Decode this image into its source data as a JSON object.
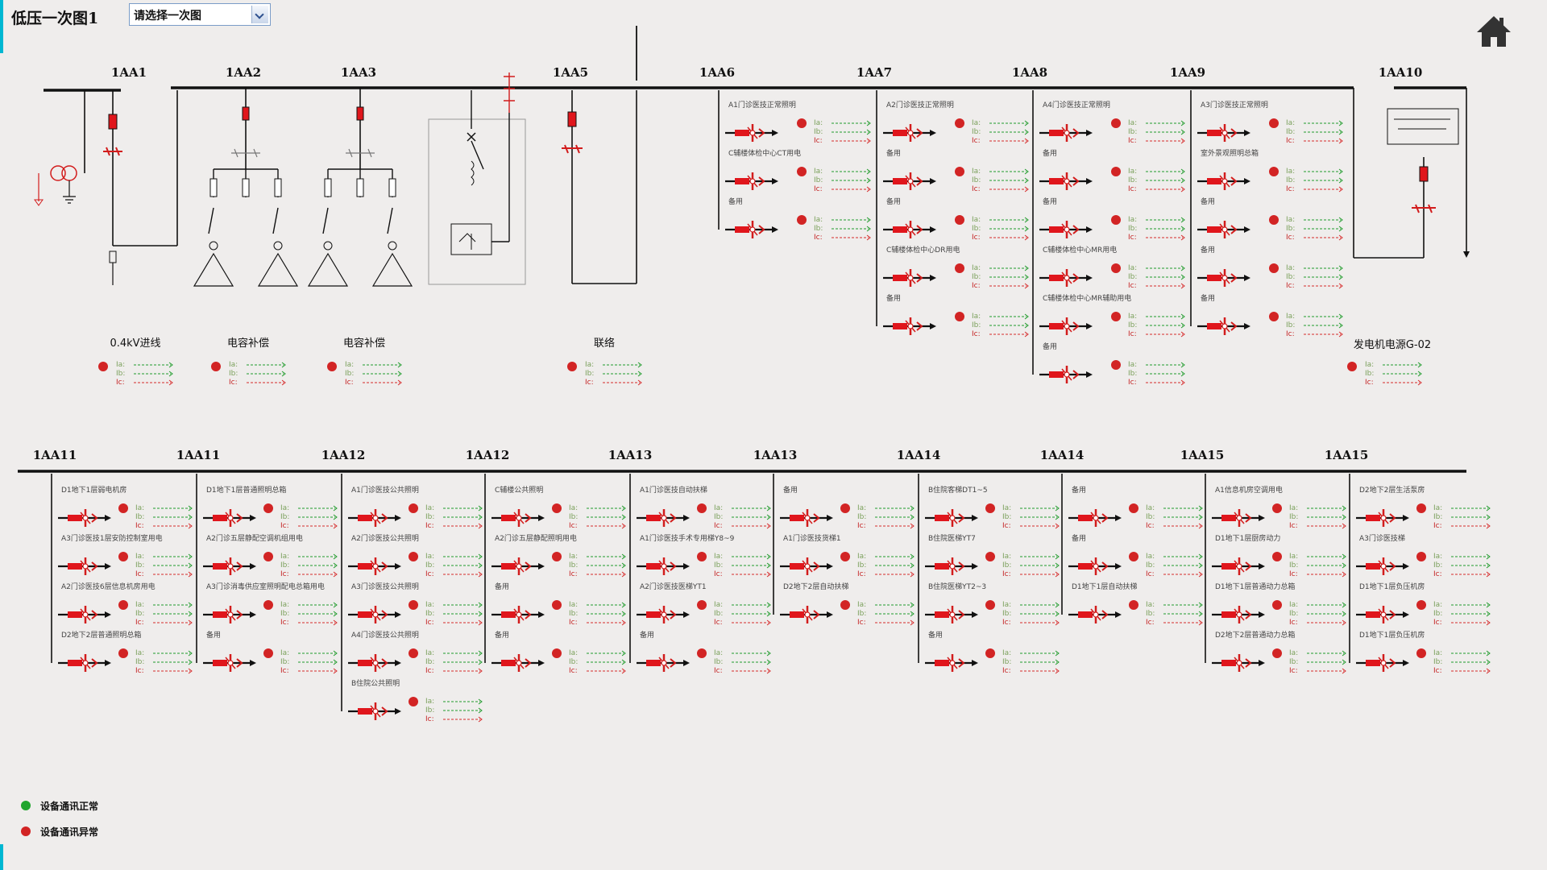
{
  "page": {
    "title": "低压一次图1",
    "selector": {
      "value": "请选择一次图"
    }
  },
  "colors": {
    "normal": "#1fa52d",
    "fault": "#d22424",
    "breaker": "#e0161c",
    "bus": "#111111"
  },
  "meter": {
    "labels": [
      "Ia:",
      "Ib:",
      "Ic:"
    ]
  },
  "top": {
    "cabinets": [
      "1AA1",
      "1AA2",
      "1AA3",
      "1AA5",
      "1AA6",
      "1AA7",
      "1AA8",
      "1AA9",
      "1AA10"
    ],
    "sections": [
      "0.4kV进线",
      "电容补偿",
      "电容补偿",
      "联络",
      "发电机电源G-02"
    ],
    "feeders": [
      [
        "A1门诊医技正常照明",
        "C辅楼体检中心CT用电",
        "备用"
      ],
      [
        "A2门诊医技正常照明",
        "备用",
        "备用",
        "C辅楼体检中心DR用电",
        "备用"
      ],
      [
        "A4门诊医技正常照明",
        "备用",
        "备用",
        "C辅楼体检中心MR用电",
        "C辅楼体检中心MR辅助用电",
        "备用"
      ],
      [
        "A3门诊医技正常照明",
        "室外景观照明总箱",
        "备用",
        "备用",
        "备用"
      ]
    ]
  },
  "bottom": {
    "cabinets": [
      "1AA11",
      "1AA11",
      "1AA12",
      "1AA12",
      "1AA13",
      "1AA13",
      "1AA14",
      "1AA14",
      "1AA15",
      "1AA15"
    ],
    "feeders": [
      [
        "D1地下1层弱电机房",
        "A3门诊医技1层安防控制室用电",
        "A2门诊医技6层信息机房用电",
        "D2地下2层普通照明总箱"
      ],
      [
        "D1地下1层普通照明总箱",
        "A2门诊五层静配空调机组用电",
        "A3门诊消毒供应室照明配电总箱用电",
        "备用"
      ],
      [
        "A1门诊医技公共照明",
        "A2门诊医技公共照明",
        "A3门诊医技公共照明",
        "A4门诊医技公共照明",
        "B住院公共照明"
      ],
      [
        "C辅楼公共照明",
        "A2门诊五层静配照明用电",
        "备用",
        "备用"
      ],
      [
        "A1门诊医技自动扶梯",
        "A1门诊医技手术专用梯Y8~9",
        "A2门诊医技医梯YT1",
        "备用"
      ],
      [
        "备用",
        "A1门诊医技货梯1",
        "D2地下2层自动扶梯"
      ],
      [
        "B住院客梯DT1~5",
        "B住院医梯YT7",
        "B住院医梯YT2~3",
        "备用"
      ],
      [
        "备用",
        "备用",
        "D1地下1层自动扶梯"
      ],
      [
        "A1信息机房空调用电",
        "D1地下1层厨房动力",
        "D1地下1层普通动力总箱",
        "D2地下2层普通动力总箱"
      ],
      [
        "D2地下2层生活泵房",
        "A3门诊医技梯",
        "D1地下1层负压机房",
        "D1地下1层负压机房"
      ]
    ]
  },
  "legend": [
    {
      "label": "设备通讯正常",
      "status": "normal"
    },
    {
      "label": "设备通讯异常",
      "status": "fault"
    }
  ]
}
